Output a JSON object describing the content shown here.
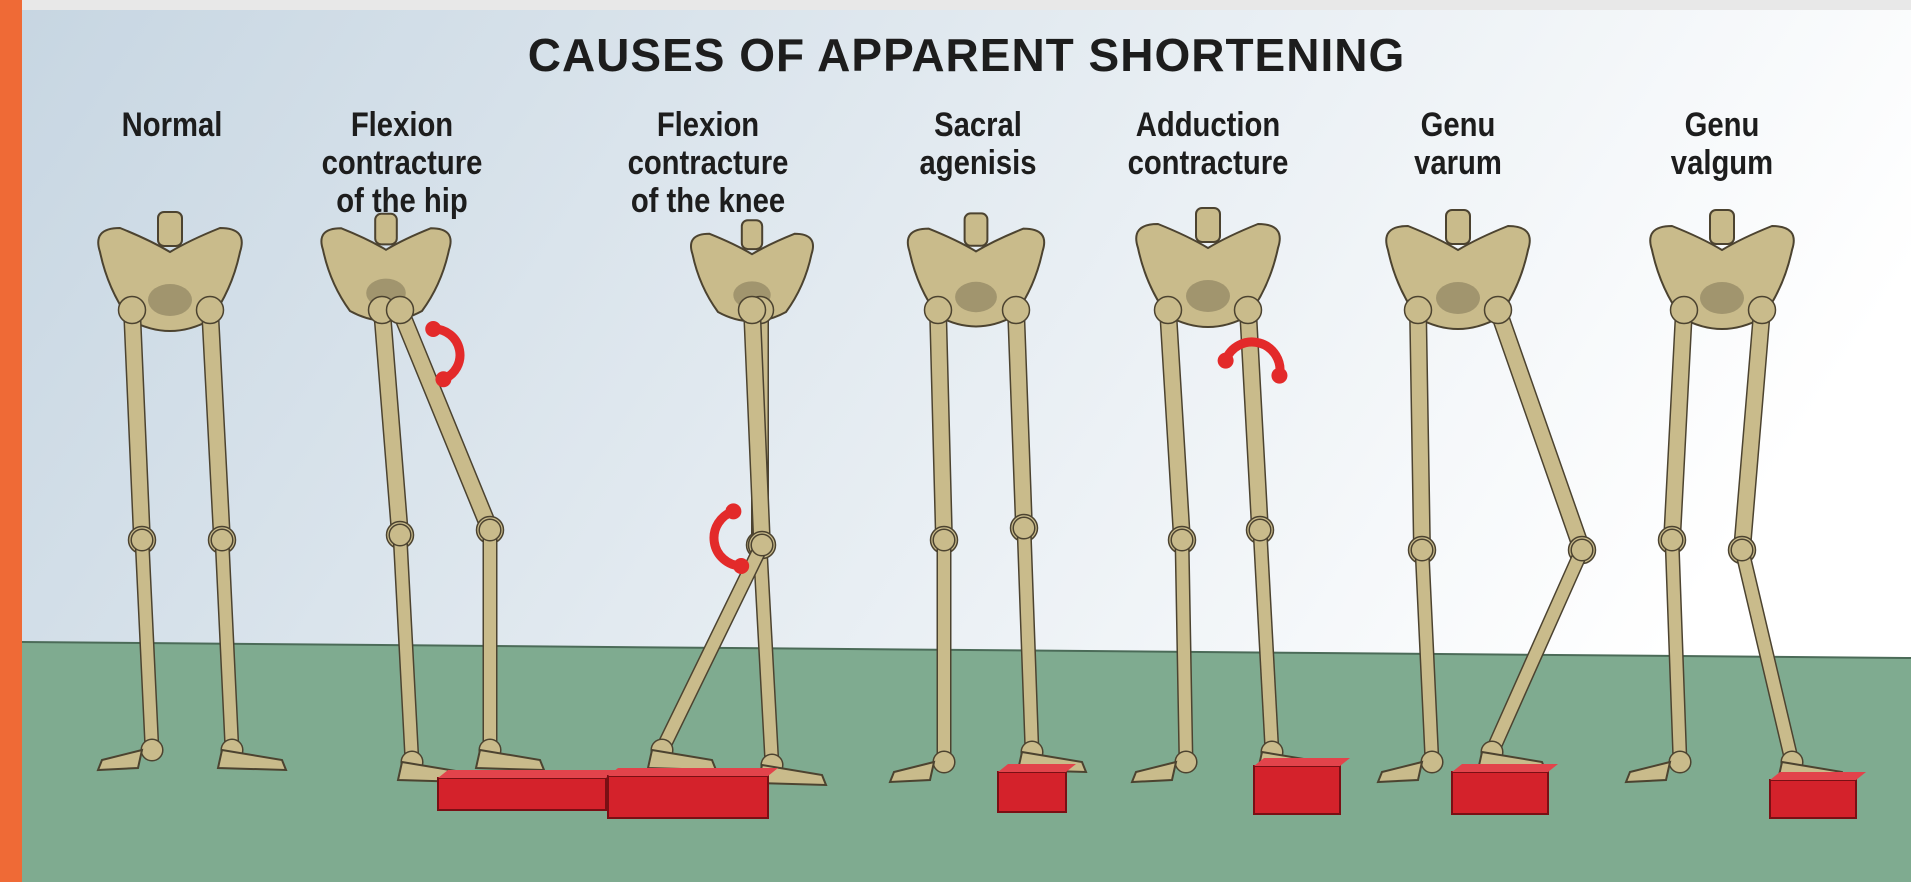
{
  "title": "CAUSES OF APPARENT SHORTENING",
  "panels": [
    {
      "label_lines": [
        "Normal"
      ]
    },
    {
      "label_lines": [
        "Flexion",
        "contracture",
        "of the hip"
      ]
    },
    {
      "label_lines": [
        "Flexion",
        "contracture",
        "of the knee"
      ]
    },
    {
      "label_lines": [
        "Sacral",
        "agenisis"
      ]
    },
    {
      "label_lines": [
        "Adduction",
        "contracture"
      ]
    },
    {
      "label_lines": [
        "Genu",
        "varum"
      ]
    },
    {
      "label_lines": [
        "Genu",
        "valgum"
      ]
    }
  ],
  "colors": {
    "accent_strip": "#ef6a36",
    "sky_top": "#c7d6e2",
    "sky_bottom": "#ffffff",
    "floor": "#7fab90",
    "bone": "#c9bb8b",
    "bone_outline": "#4c4330",
    "block": "#d4222b",
    "arrow": "#e32a2a"
  },
  "icons": [
    "pelvis-icon",
    "leg-bone-icon",
    "curved-arrow-icon",
    "lift-block-icon"
  ]
}
